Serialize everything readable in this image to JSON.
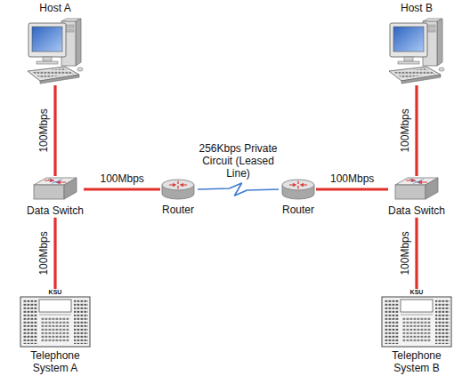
{
  "diagram": {
    "nodes": [
      {
        "text": [
          "Host A"
        ]
      },
      {
        "text": [
          "Host B"
        ]
      },
      {
        "text": [
          "Data Switch"
        ]
      },
      {
        "text": [
          "Router"
        ]
      },
      {
        "text": [
          "Router"
        ]
      },
      {
        "text": [
          "Data Switch"
        ]
      },
      {
        "text": [
          "KSU",
          "Telephone System A"
        ]
      },
      {
        "text": [
          "KSU",
          "Telephone System B"
        ]
      }
    ],
    "edges": [
      {
        "from": 0,
        "to": 2,
        "label": "100Mbps",
        "arrow": "none"
      },
      {
        "from": 2,
        "to": 3,
        "label": "100Mbps",
        "arrow": "none"
      },
      {
        "from": 3,
        "to": 4,
        "label": "256Kbps Private Circuit (Leased Line)",
        "arrow": "none"
      },
      {
        "from": 4,
        "to": 5,
        "label": "100Mbps",
        "arrow": "none"
      },
      {
        "from": 1,
        "to": 5,
        "label": "100Mbps",
        "arrow": "none"
      },
      {
        "from": 2,
        "to": 6,
        "label": "100Mbps",
        "arrow": "none"
      },
      {
        "from": 5,
        "to": 7,
        "label": "100Mbps",
        "arrow": "none"
      }
    ]
  }
}
